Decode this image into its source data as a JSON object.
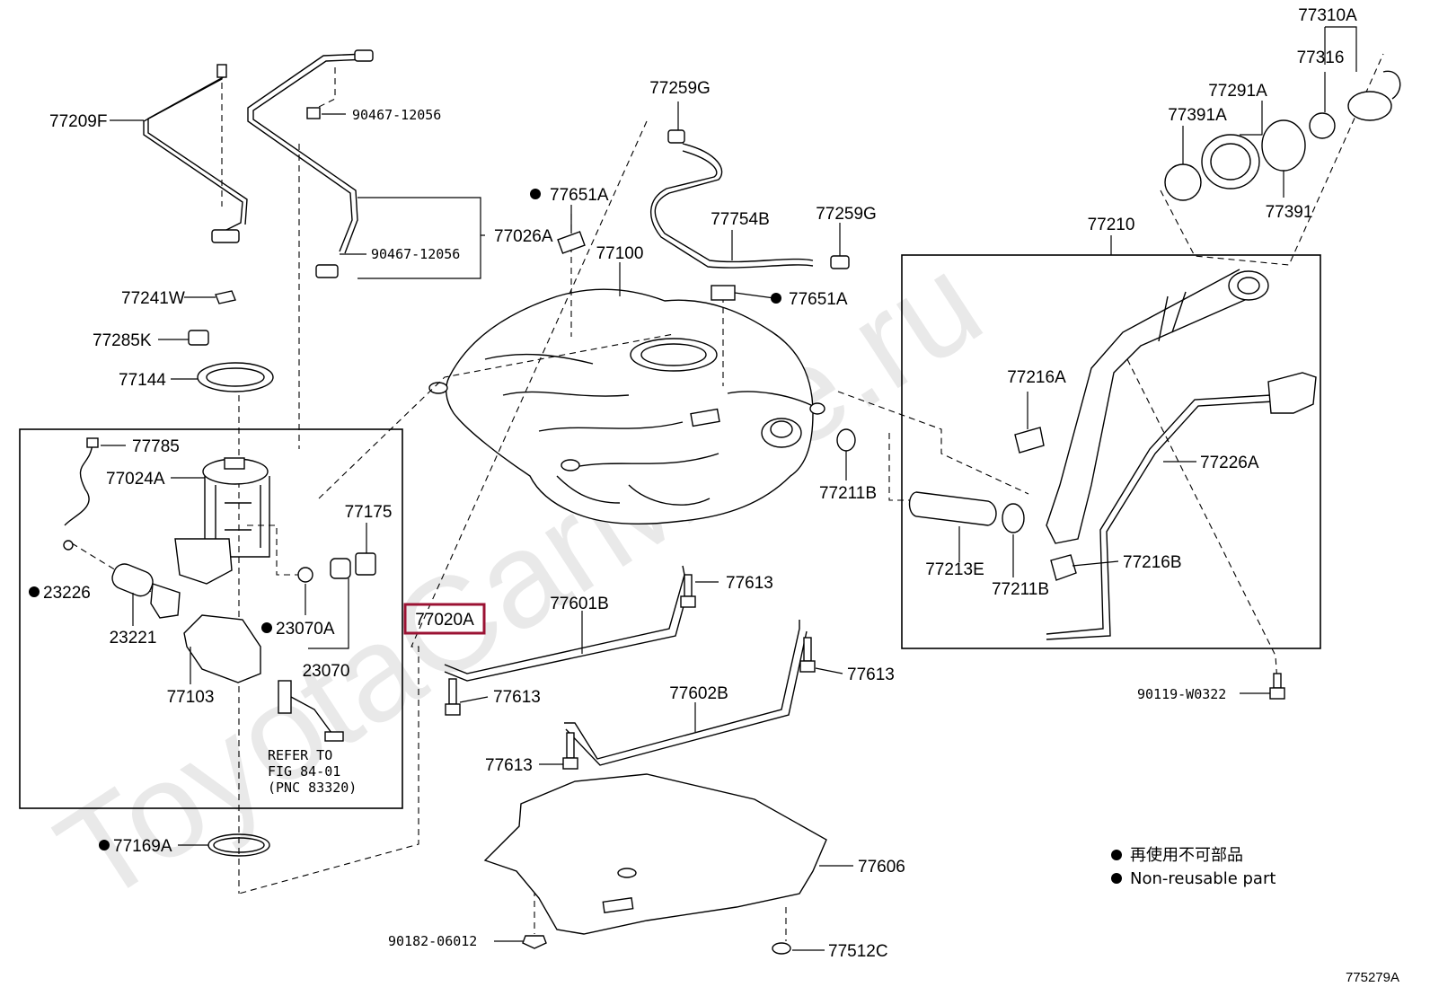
{
  "watermark": "ToyotaCarMine.ru",
  "figure_id": "775279A",
  "legend": {
    "chinese": "再使用不可部品",
    "english": "Non-reusable part"
  },
  "labels": {
    "p77310A": "77310A",
    "p77316": "77316",
    "p77291A": "77291A",
    "p77391A": "77391A",
    "p77391": "77391",
    "p77259G_top": "77259G",
    "p77259G_right": "77259G",
    "p77754B": "77754B",
    "p77651A_top": "77651A",
    "p77651A_mid": "77651A",
    "p77100": "77100",
    "p77210": "77210",
    "p77209F": "77209F",
    "p90467_12056_top": "90467-12056",
    "p90467_12056_mid": "90467-12056",
    "p77026A": "77026A",
    "p77241W": "77241W",
    "p77285K": "77285K",
    "p77144": "77144",
    "p77785": "77785",
    "p77024A": "77024A",
    "p77175": "77175",
    "p23226": "23226",
    "p23221": "23221",
    "p23070A": "23070A",
    "p23070": "23070",
    "p77103": "77103",
    "p77216A": "77216A",
    "p77226A": "77226A",
    "p77211B_left": "77211B",
    "p77211B_right": "77211B",
    "p77213E": "77213E",
    "p77216B": "77216B",
    "p77020A": "77020A",
    "p77601B": "77601B",
    "p77613_a": "77613",
    "p77613_b": "77613",
    "p77613_c": "77613",
    "p77613_d": "77613",
    "p77602B": "77602B",
    "p90119_W0322": "90119-W0322",
    "p77606": "77606",
    "p77169A": "77169A",
    "p90182_06012": "90182-06012",
    "p77512C": "77512C"
  },
  "refer": {
    "line1": "REFER TO",
    "line2": "FIG 84-01",
    "line3": "(PNC 83320)"
  },
  "colors": {
    "highlight": "#9b1233",
    "ink": "#000000",
    "watermark": "#e9e9e9"
  }
}
